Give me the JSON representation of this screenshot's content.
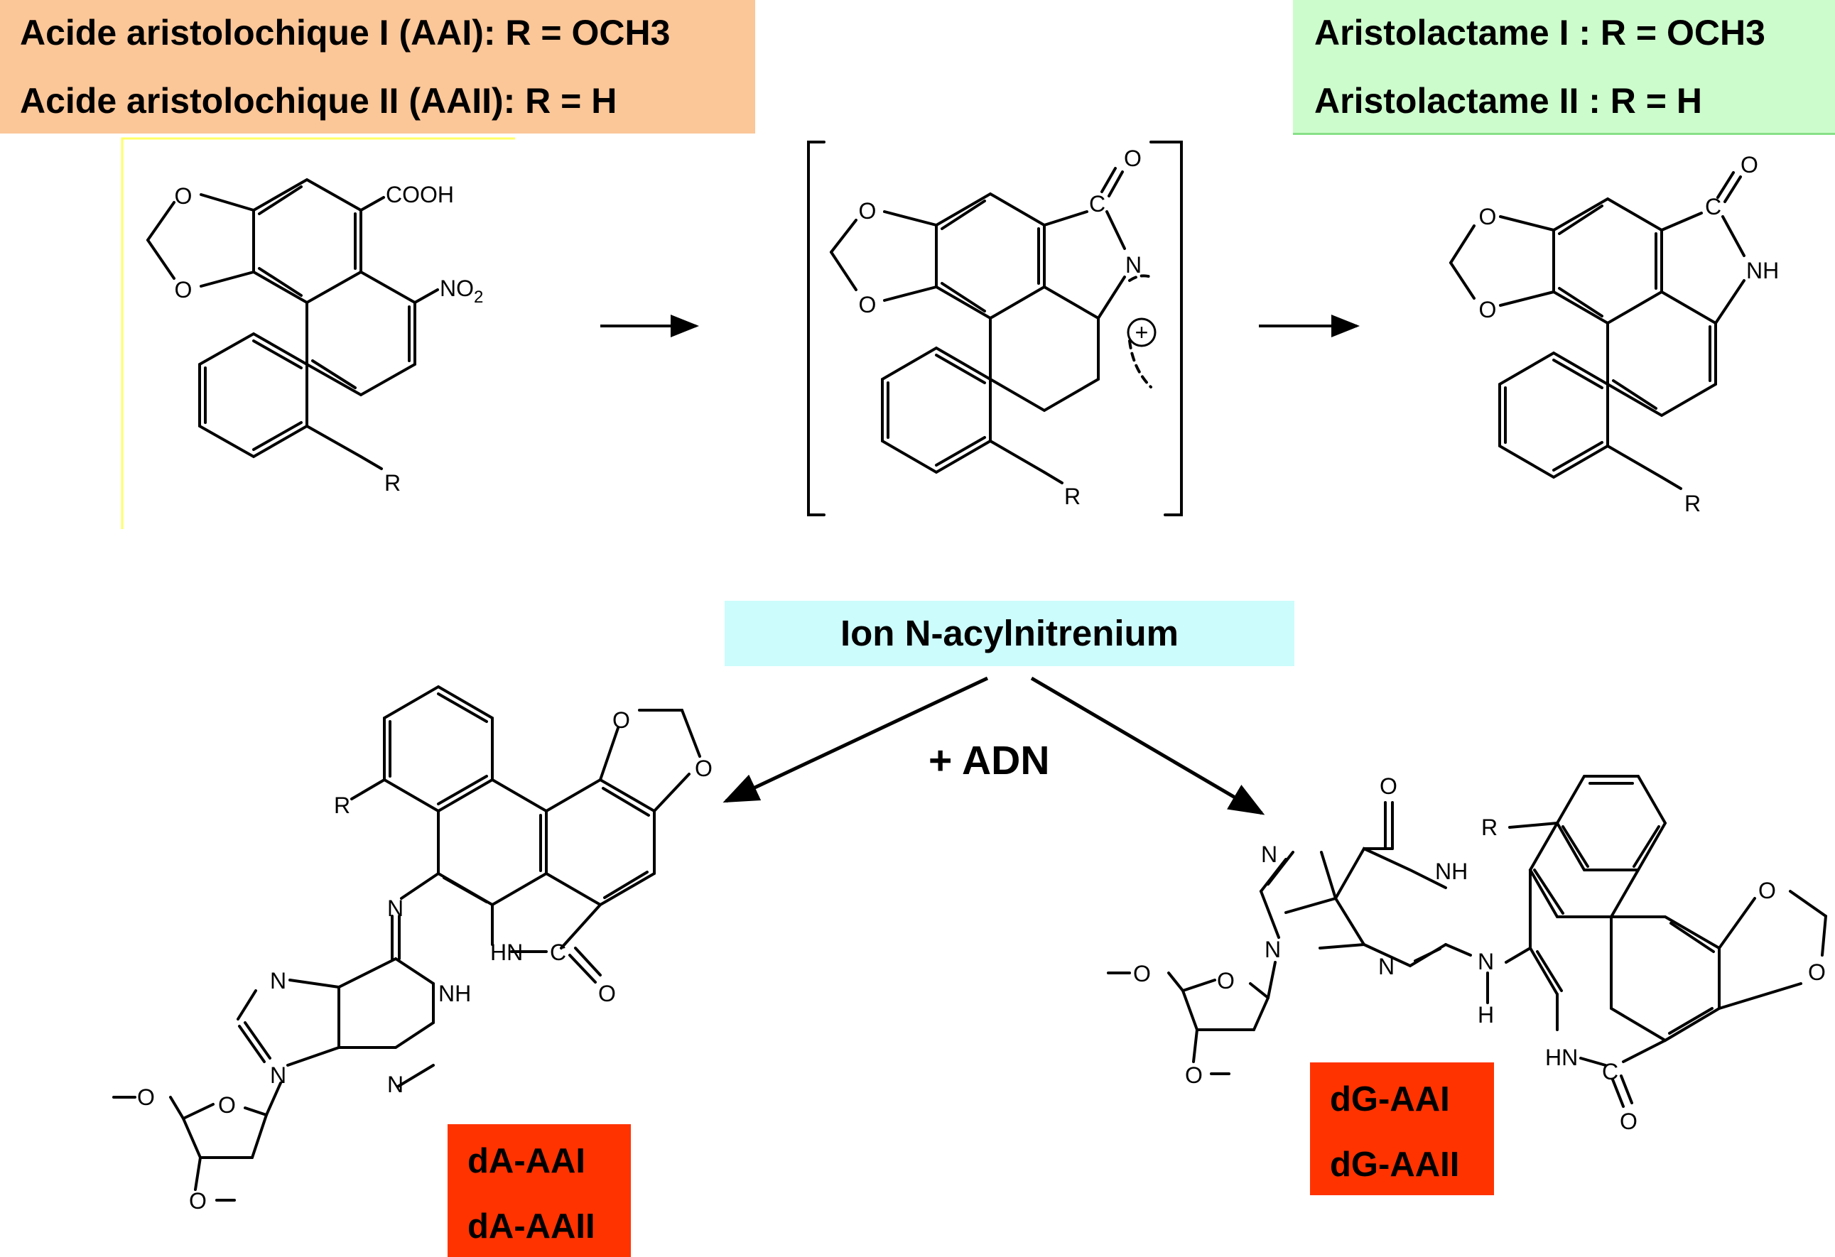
{
  "labels": {
    "aristolochic_acid_line1": "Acide aristolochique I (AAI): R = OCH3",
    "aristolochic_acid_line2": "Acide aristolochique II (AAII): R = H",
    "aristolactam_line1": "Aristolactame I : R = OCH3",
    "aristolactam_line2": "Aristolactame II : R = H",
    "nitrenium_ion": "Ion N-acylnitrenium",
    "plus_dna": "+ ADN",
    "da_adduct_1": "dA-AAI",
    "da_adduct_2": "dA-AAII",
    "dg_adduct_1": "dG-AAI",
    "dg_adduct_2": "dG-AAII"
  },
  "atoms": {
    "o": "O",
    "r": "R",
    "n": "N",
    "nh": "NH",
    "hn": "HN",
    "h": "H",
    "c": "C",
    "cooh": "COOH",
    "no2": "NO",
    "no2_sub": "2",
    "plus": "+"
  },
  "colors": {
    "aa_box": "#fbc698",
    "aristolactam_box": "#ccfccc",
    "ion_box": "#ccfcfc",
    "adduct_box": "#ff3300",
    "guide_line": "#ffff66"
  }
}
